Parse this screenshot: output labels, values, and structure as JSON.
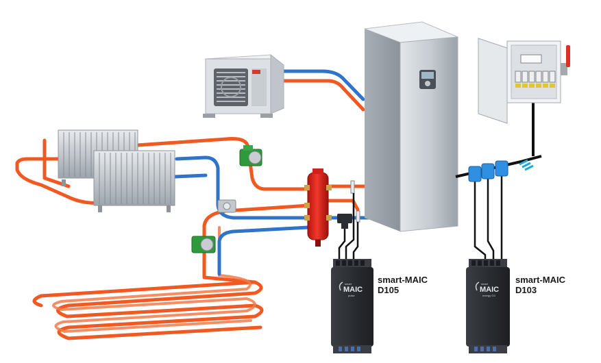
{
  "devices": [
    {
      "label_line1": "smart-MAIC",
      "label_line2": "D105",
      "brand_top": "smart",
      "brand_main": "MAIC",
      "variant": "pulse"
    },
    {
      "label_line1": "smart-MAIC",
      "label_line2": "D103",
      "brand_top": "smart",
      "brand_main": "MAIC",
      "variant": "energy G3"
    }
  ],
  "colors": {
    "hot_pipe": "#f05a22",
    "cold_pipe": "#2f74c8",
    "separator": "#e0261b",
    "pump": "#2f9a3c",
    "device_body": "#2a2d31",
    "clamp": "#2f8fe0",
    "cabinet_handle": "#e03020"
  },
  "icons": [
    "outdoor-unit-icon",
    "indoor-unit-icon",
    "radiator-icon",
    "pump-icon",
    "hydraulic-separator-icon",
    "electric-cabinet-icon",
    "current-clamp-icon",
    "meter-device-icon",
    "floor-heating-icon"
  ]
}
